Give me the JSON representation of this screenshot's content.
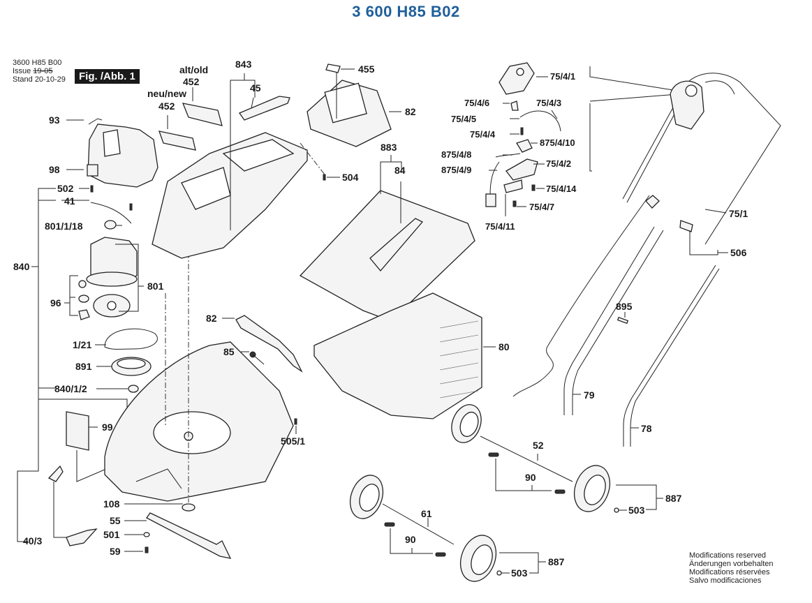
{
  "header": {
    "title": "3 600 H85 B02",
    "model_ref": "3600 H85 B00",
    "issue_label": "Issue",
    "stand_label": "Stand",
    "issue_date_struck": "19-05",
    "stand_date": "20-10-29",
    "figure_label": "Fig. /Abb. 1"
  },
  "labels": {
    "alt_old": "alt/old",
    "neu_new": "neu/new"
  },
  "parts": [
    {
      "id": "p93",
      "ref": "93"
    },
    {
      "id": "p98",
      "ref": "98"
    },
    {
      "id": "p502",
      "ref": "502"
    },
    {
      "id": "p41",
      "ref": "41"
    },
    {
      "id": "p801_1_18",
      "ref": "801/1/18"
    },
    {
      "id": "p840",
      "ref": "840"
    },
    {
      "id": "p801",
      "ref": "801"
    },
    {
      "id": "p96",
      "ref": "96"
    },
    {
      "id": "p1_21",
      "ref": "1/21"
    },
    {
      "id": "p891",
      "ref": "891"
    },
    {
      "id": "p840_1_2",
      "ref": "840/1/2"
    },
    {
      "id": "p99",
      "ref": "99"
    },
    {
      "id": "p40_3",
      "ref": "40/3"
    },
    {
      "id": "p108",
      "ref": "108"
    },
    {
      "id": "p55",
      "ref": "55"
    },
    {
      "id": "p501",
      "ref": "501"
    },
    {
      "id": "p59",
      "ref": "59"
    },
    {
      "id": "p452_old",
      "ref": "452"
    },
    {
      "id": "p452_new",
      "ref": "452"
    },
    {
      "id": "p843",
      "ref": "843"
    },
    {
      "id": "p45",
      "ref": "45"
    },
    {
      "id": "p455",
      "ref": "455"
    },
    {
      "id": "p82_top",
      "ref": "82"
    },
    {
      "id": "p504",
      "ref": "504"
    },
    {
      "id": "p883",
      "ref": "883"
    },
    {
      "id": "p84",
      "ref": "84"
    },
    {
      "id": "p82_mid",
      "ref": "82"
    },
    {
      "id": "p85",
      "ref": "85"
    },
    {
      "id": "p505_1",
      "ref": "505/1"
    },
    {
      "id": "p80",
      "ref": "80"
    },
    {
      "id": "p75_4_1",
      "ref": "75/4/1"
    },
    {
      "id": "p75_4_6",
      "ref": "75/4/6"
    },
    {
      "id": "p75_4_3",
      "ref": "75/4/3"
    },
    {
      "id": "p75_4_5",
      "ref": "75/4/5"
    },
    {
      "id": "p75_4_4",
      "ref": "75/4/4"
    },
    {
      "id": "p875_4_10",
      "ref": "875/4/10"
    },
    {
      "id": "p875_4_8",
      "ref": "875/4/8"
    },
    {
      "id": "p75_4_2",
      "ref": "75/4/2"
    },
    {
      "id": "p875_4_9",
      "ref": "875/4/9"
    },
    {
      "id": "p75_4_14",
      "ref": "75/4/14"
    },
    {
      "id": "p75_4_7",
      "ref": "75/4/7"
    },
    {
      "id": "p75_4_11",
      "ref": "75/4/11"
    },
    {
      "id": "p75_1",
      "ref": "75/1"
    },
    {
      "id": "p506",
      "ref": "506"
    },
    {
      "id": "p895",
      "ref": "895"
    },
    {
      "id": "p79",
      "ref": "79"
    },
    {
      "id": "p78",
      "ref": "78"
    },
    {
      "id": "p52",
      "ref": "52"
    },
    {
      "id": "p90_a",
      "ref": "90"
    },
    {
      "id": "p887_a",
      "ref": "887"
    },
    {
      "id": "p503_a",
      "ref": "503"
    },
    {
      "id": "p61",
      "ref": "61"
    },
    {
      "id": "p90_b",
      "ref": "90"
    },
    {
      "id": "p887_b",
      "ref": "887"
    },
    {
      "id": "p503_b",
      "ref": "503"
    }
  ],
  "footer": {
    "notes": [
      "Modifications reserved",
      "Änderungen vorbehalten",
      "Modifications réservées",
      "Salvo modificaciones"
    ]
  },
  "colors": {
    "title": "#1f5f9a",
    "figure_badge_bg": "#1a1a1a"
  }
}
